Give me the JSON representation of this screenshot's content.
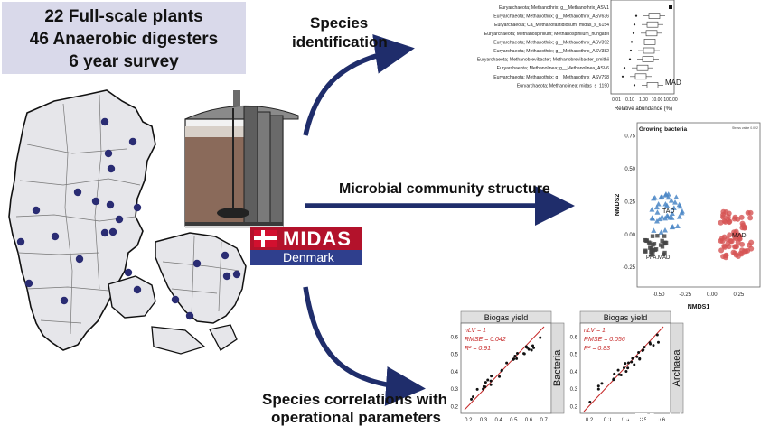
{
  "header": {
    "line1": "22 Full-scale plants",
    "line2": "46 Anaerobic digesters",
    "line3": "6 year survey"
  },
  "labels": {
    "species_identification_1": "Species",
    "species_identification_2": "identification",
    "community_structure": "Microbial community structure",
    "correlations_1": "Species correlations with",
    "correlations_2": "operational parameters"
  },
  "logo": {
    "word": "MIDAS",
    "sub": "Denmark",
    "red": "#b3122b",
    "blue": "#2f3f8d"
  },
  "colors": {
    "arrow": "#1f2d6b",
    "map_fill": "#e6e6ea",
    "plant_dot": "#2a2c73",
    "tad": "#4a86c6",
    "mad": "#d65454",
    "pfam": "#444444",
    "fit_line": "#c62828"
  },
  "species_chart": {
    "rows": [
      "Euryarchaeota; Methanothrix; g__Methanothrix_ASV1",
      "Euryarchaeota; Methanothrix; g__Methanothrix_ASV636",
      "Euryarchaeota; Ca_Methanofastidiosum; midas_s_6154",
      "Euryarchaeota; Methanospirillum; Methanospirillum_hungatei",
      "Euryarchaeota; Methanothrix; g__Methanothrix_ASV392",
      "Euryarchaeota; Methanothrix; g__Methanothrix_ASV382",
      "Euryarchaeota; Methanobrevibacter; Methanobrevibacter_smithii",
      "Euryarchaeota; Methanolinea; g__Methanolinea_ASV6",
      "Euryarchaeota; Methanothrix; g__Methanothrix_ASV798",
      "Euryarchaeota; Methanolinea; midas_s_1190"
    ],
    "ticks": [
      "0.01",
      "0.10",
      "1.00",
      "10.00",
      "100.00"
    ],
    "xlabel": "Relative abundance (%)",
    "group_label": "MAD"
  },
  "nmds_chart": {
    "title": "Growing bacteria",
    "corner": "Stress value 0.092",
    "xlabel": "NMDS1",
    "ylabel": "NMDS2",
    "xticks": [
      "-0.50",
      "-0.25",
      "0.00",
      "0.25"
    ],
    "yticks": [
      "0.75",
      "0.50",
      "0.25",
      "0.00",
      "-0.25"
    ],
    "cluster_labels": [
      "TAD",
      "MAD",
      "PFA.MAD"
    ]
  },
  "scatter_bacteria": {
    "title": "Biogas yield",
    "side_label": "Bacteria",
    "stat1": "nLV = 1",
    "stat2": "RMSE = 0.042",
    "stat3": "R² = 0.91",
    "yticks": [
      "0.6",
      "0.5",
      "0.4",
      "0.3",
      "0.2"
    ],
    "xticks": [
      "0.2",
      "0.3",
      "0.4",
      "0.5",
      "0.6",
      "0.7"
    ]
  },
  "scatter_archaea": {
    "title": "Biogas yield",
    "side_label": "Archaea",
    "stat1": "nLV = 1",
    "stat2": "RMSE = 0.056",
    "stat3": "R² = 0.83",
    "yticks": [
      "0.6",
      "0.5",
      "0.4",
      "0.3",
      "0.2"
    ],
    "xticks": [
      "0.2",
      "0.3",
      "0.4",
      "0.5",
      "0.6"
    ]
  },
  "watermark": "IWA国际水协会"
}
